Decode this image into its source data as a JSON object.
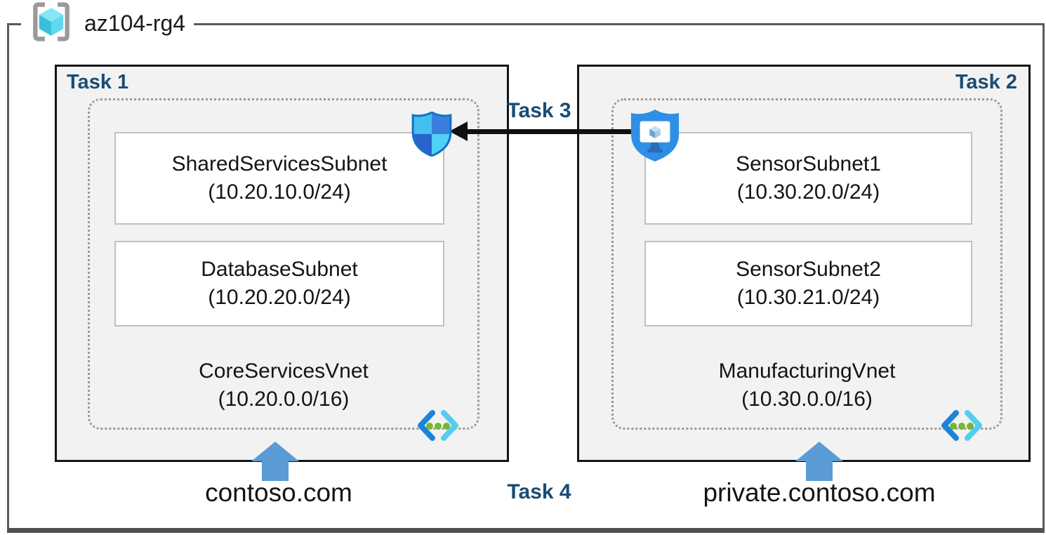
{
  "header": {
    "resource_group": "az104-rg4"
  },
  "vnet_left": {
    "task": "Task 1",
    "name": "CoreServicesVnet",
    "cidr": "(10.20.0.0/16)",
    "subnets": [
      {
        "name": "SharedServicesSubnet",
        "cidr": "(10.20.10.0/24)"
      },
      {
        "name": "DatabaseSubnet",
        "cidr": "(10.20.20.0/24)"
      }
    ],
    "dns_zone": "contoso.com"
  },
  "vnet_right": {
    "task": "Task 2",
    "name": "ManufacturingVnet",
    "cidr": "(10.30.0.0/16)",
    "subnets": [
      {
        "name": "SensorSubnet1",
        "cidr": "(10.30.20.0/24)"
      },
      {
        "name": "SensorSubnet2",
        "cidr": "(10.30.21.0/24)"
      }
    ],
    "dns_zone": "private.contoso.com"
  },
  "tasks": {
    "peering": "Task 3",
    "dns": "Task 4"
  },
  "icons": {
    "resource_group": "resource-group-icon",
    "security_shield": "defender-shield-icon",
    "bastion": "bastion-shield-monitor-icon",
    "virtual_network": "virtual-network-icon"
  },
  "colors": {
    "task_label": "#1a4c74",
    "box_fill": "#f2f2f2",
    "up_arrow": "#5b9bd5",
    "peering_arrow": "#101010",
    "frame_border": "#5a5a5a"
  }
}
